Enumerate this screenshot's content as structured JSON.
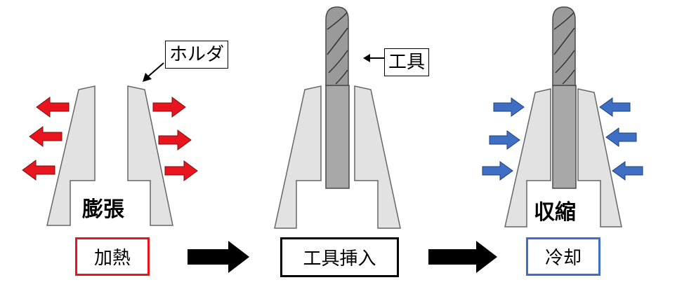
{
  "colors": {
    "holder_fill": "#e2e2e2",
    "holder_stroke": "#666666",
    "tool_shank": "#a8a8a8",
    "tool_head": "#9a9a9a",
    "tool_stroke": "#4a4a4a",
    "heat_arrow": "#e8141e",
    "cool_arrow": "#3f6fc4",
    "step_arrow": "#000000",
    "box_heat_border": "#e8141e",
    "box_insert_border": "#000000",
    "box_cool_border": "#3f6fc4"
  },
  "callouts": {
    "holder": "ホルダ",
    "tool": "工具"
  },
  "states": {
    "expand": "膨張",
    "shrink": "収縮"
  },
  "steps": [
    {
      "label": "加熱",
      "icon": "heat-arrows"
    },
    {
      "label": "工具挿入",
      "icon": "step-arrow"
    },
    {
      "label": "冷却",
      "icon": "cool-arrows"
    }
  ]
}
